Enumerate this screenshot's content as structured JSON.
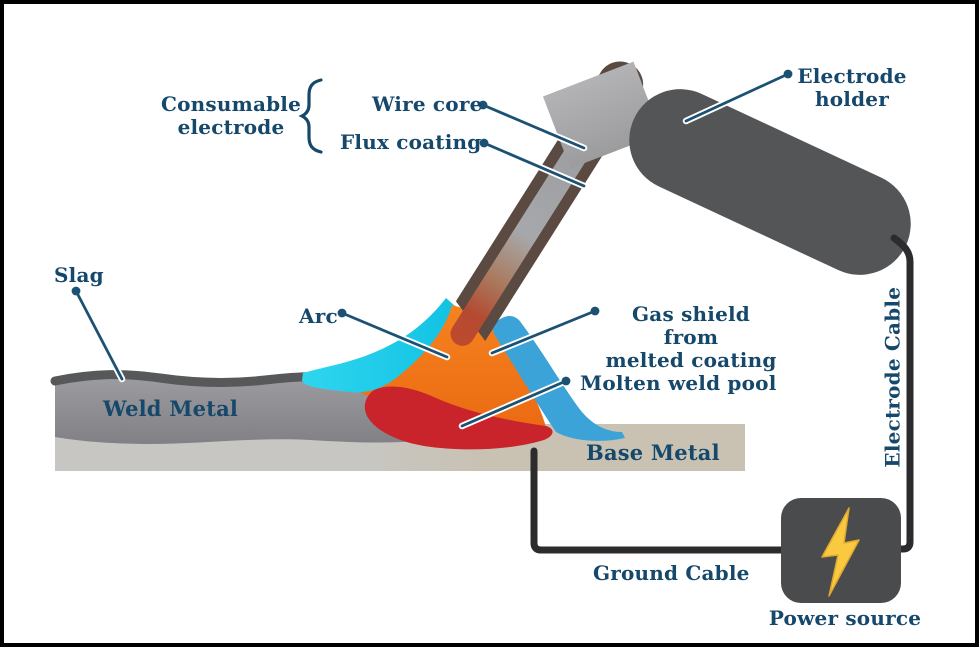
{
  "diagram": {
    "subject": "Shielded metal arc welding process diagram"
  },
  "labels": {
    "consumable_electrode": {
      "line1": "Consumable",
      "line2": "electrode"
    },
    "wire_core": "Wire core",
    "flux_coating": "Flux coating",
    "electrode_holder": {
      "line1": "Electrode",
      "line2": "holder"
    },
    "slag": "Slag",
    "arc": "Arc",
    "gas_shield": {
      "line1": "Gas shield from",
      "line2": "melted coating"
    },
    "molten_weld_pool": "Molten weld pool",
    "weld_metal": "Weld Metal",
    "base_metal": "Base Metal",
    "electrode_cable": "Electrode Cable",
    "ground_cable": "Ground Cable",
    "power_source": "Power source"
  },
  "colors": {
    "text_navy": "#15486b",
    "leader_navy": "#1b5173",
    "casing_white": "#ffffff",
    "cyan": "#1fcbe9",
    "sky_blue": "#3ba3d8",
    "orange": "#f5831f",
    "orange_deep": "#eb6a12",
    "red": "#c9242b",
    "flux_brown": "#5b4a42",
    "core_gray": "#9a9b9e",
    "core_hot": "#bf4a2e",
    "clamp_gray": "#a8a8aa",
    "holder_gray": "#545557",
    "weld_gray": "#8f8f92",
    "slag_dark": "#57585a",
    "slab_gray": "#c7c6c2",
    "slab_beige": "#c9c2b3",
    "cable_dark": "#2c2c2e",
    "power_box_gray": "#4a4b4d",
    "bolt_yellow": "#f9c93f",
    "bolt_edge": "#e2a72f",
    "background": "#ffffff",
    "border": "#000000"
  }
}
